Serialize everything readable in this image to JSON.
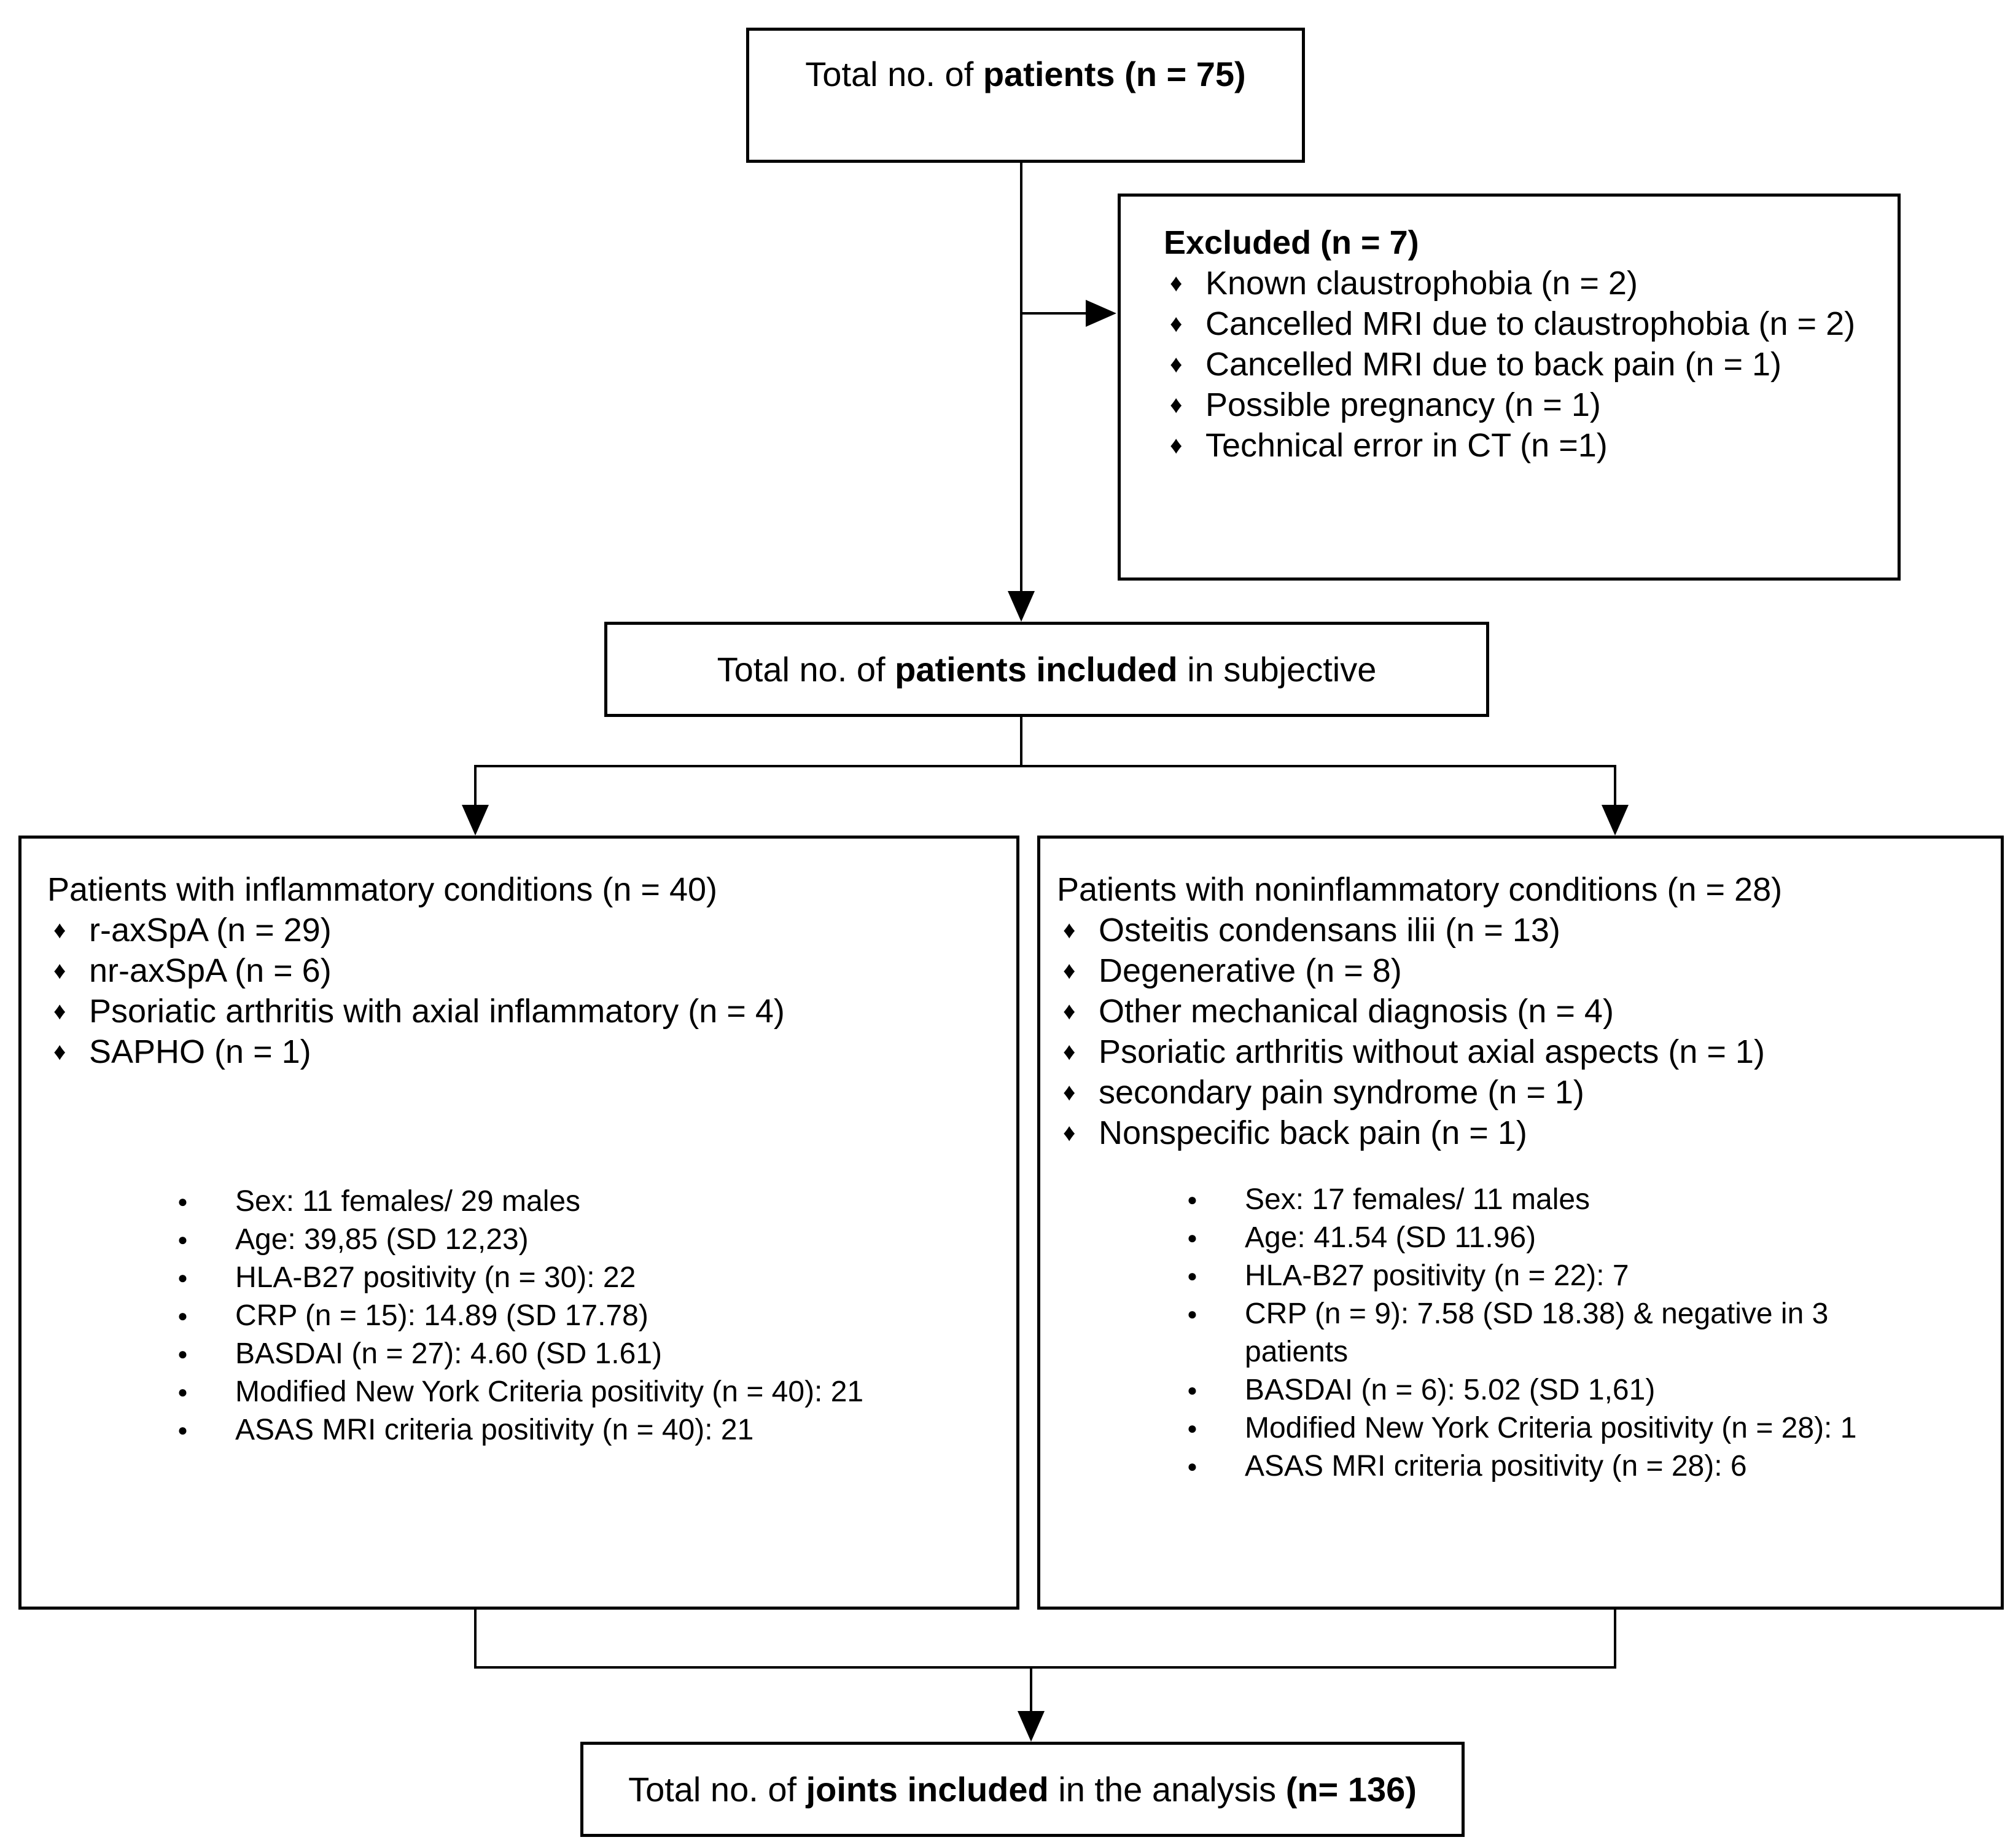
{
  "glyphs": {
    "diamond": "♦",
    "round": "●"
  },
  "top_box": {
    "prefix": "Total no. of ",
    "bold": "patients (n = 75)"
  },
  "excluded_box": {
    "title": "Excluded (n = 7)",
    "items": [
      "Known claustrophobia (n = 2)",
      "Cancelled MRI due to claustrophobia (n = 2)",
      "Cancelled MRI due to back pain (n = 1)",
      "Possible pregnancy (n = 1)",
      "Technical error in CT (n =1)"
    ]
  },
  "included_box": {
    "prefix": "Total no. of ",
    "bold": "patients included",
    "suffix": " in subjective"
  },
  "left_box": {
    "title": "Patients with inflammatory conditions (n = 40)",
    "diagnoses": [
      "r-axSpA (n = 29)",
      "nr-axSpA (n = 6)",
      "Psoriatic arthritis with axial inflammatory (n = 4)",
      "SAPHO (n = 1)"
    ],
    "stats": [
      "Sex: 11 females/ 29 males",
      "Age: 39,85 (SD 12,23)",
      "HLA-B27 positivity (n = 30): 22",
      "CRP (n = 15): 14.89 (SD 17.78)",
      "BASDAI (n = 27): 4.60 (SD 1.61)",
      "Modified New York Criteria positivity (n = 40): 21",
      "ASAS MRI criteria positivity (n = 40): 21"
    ]
  },
  "right_box": {
    "title": "Patients with noninflammatory conditions (n = 28)",
    "diagnoses": [
      "Osteitis condensans ilii (n = 13)",
      "Degenerative (n = 8)",
      "Other mechanical diagnosis (n = 4)",
      "Psoriatic arthritis without axial aspects (n = 1)",
      "secondary pain syndrome (n = 1)",
      "Nonspecific back pain (n = 1)"
    ],
    "stats": [
      "Sex: 17 females/ 11 males",
      "Age: 41.54 (SD 11.96)",
      "HLA-B27 positivity (n = 22): 7",
      "CRP (n = 9): 7.58 (SD 18.38) & negative in 3 patients",
      "BASDAI (n = 6): 5.02 (SD 1,61)",
      "Modified New York Criteria positivity (n = 28): 1",
      "ASAS MRI criteria positivity (n = 28): 6"
    ]
  },
  "bottom_box": {
    "prefix": "Total no. of ",
    "bold": "joints included",
    "mid": " in the analysis ",
    "bold2": "(n= 136)"
  }
}
